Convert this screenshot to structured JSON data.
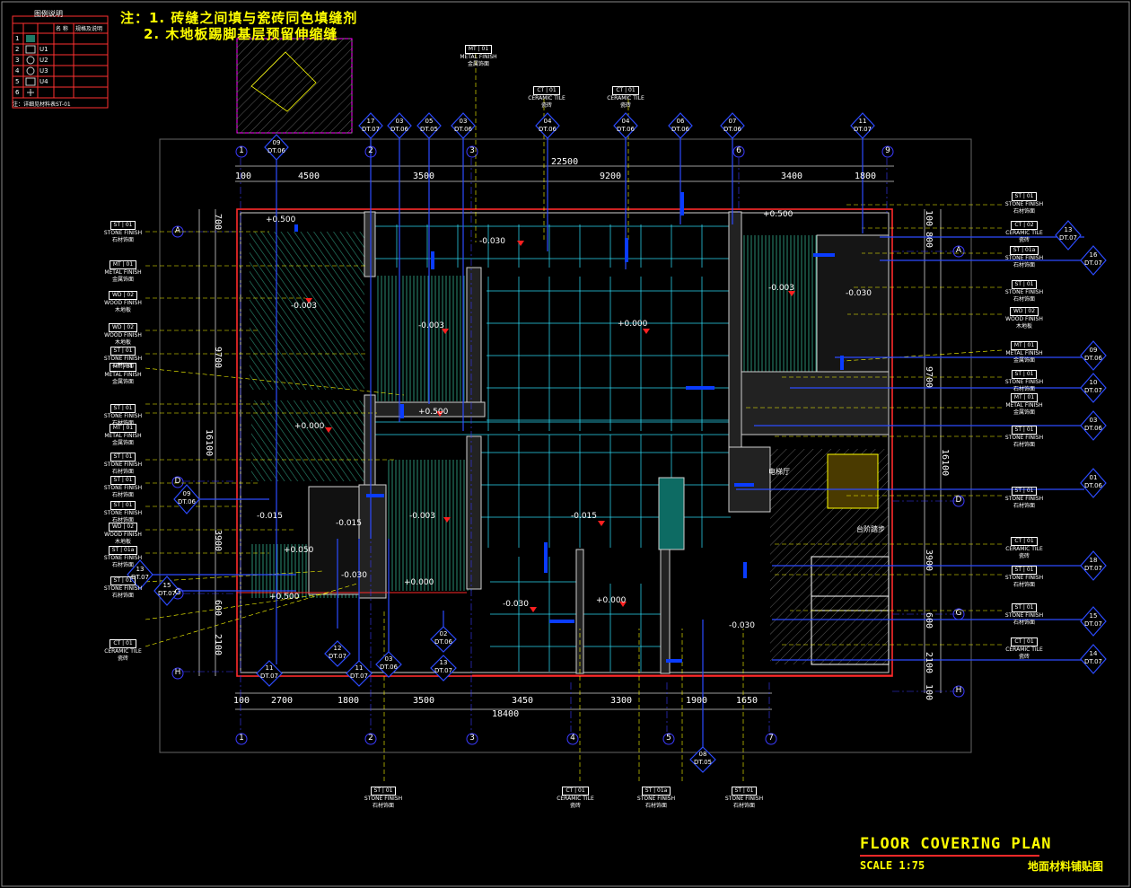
{
  "colors": {
    "background": "#000000",
    "wall": "#ff2a2a",
    "dimension": "#ffffff",
    "grid": "#00e5ff",
    "callout": "#2c4bff",
    "annotation": "#ffff00",
    "hatch": "#1f7a66",
    "axis": "#3a3aff",
    "level": "#ff2020"
  },
  "notes": {
    "line1": "注：1. 砖缝之间填与瓷砖同色填缝剂",
    "line2": "2. 木地板踢脚基层预留伸缩缝"
  },
  "legend": {
    "title": "图例说明",
    "headers": [
      "",
      "",
      "名 称",
      "规格及说明"
    ],
    "rows": [
      {
        "num": "1",
        "code": "",
        "name": "",
        "desc": ""
      },
      {
        "num": "2",
        "code": "U1",
        "name": "",
        "desc": ""
      },
      {
        "num": "3",
        "code": "U2",
        "name": "",
        "desc": ""
      },
      {
        "num": "4",
        "code": "U3",
        "name": "",
        "desc": ""
      },
      {
        "num": "5",
        "code": "U4",
        "name": "",
        "desc": ""
      },
      {
        "num": "6",
        "code": "",
        "name": "",
        "desc": ""
      }
    ],
    "footnote": "注：详细见材料表ST-01"
  },
  "title": {
    "main": "FLOOR COVERING PLAN",
    "scale": "SCALE 1:75",
    "cn": "地面材料铺贴图"
  },
  "top_dimensions": {
    "overall": "22500",
    "segments": [
      "100",
      "4500",
      "3500",
      "9200",
      "3400",
      "1800"
    ]
  },
  "bottom_dimensions": {
    "overall": "18400",
    "segments": [
      "100",
      "2700",
      "1800",
      "3500",
      "3450",
      "3300",
      "1900",
      "1650"
    ]
  },
  "left_dimensions": {
    "overall": "16100",
    "segments": [
      "700",
      "9700",
      "3900",
      "600",
      "2100"
    ]
  },
  "right_dimensions": {
    "overall": "16100",
    "segments": [
      "100",
      "800",
      "9700",
      "3900",
      "600",
      "2100",
      "100"
    ]
  },
  "grid_axes": {
    "top": [
      "1",
      "2",
      "3",
      "6",
      "9"
    ],
    "bottom": [
      "1",
      "2",
      "3",
      "4",
      "5",
      "7"
    ],
    "left": [
      "A",
      "D",
      "G",
      "H"
    ],
    "right": [
      "A",
      "D",
      "G",
      "H"
    ]
  },
  "levels": [
    "+0.500",
    "-0.003",
    "-0.030",
    "+0.000",
    "-0.003",
    "-0.003",
    "+0.000",
    "-0.003",
    "-0.015",
    "+0.500",
    "-0.015",
    "+0.000",
    "-0.030",
    "+0.500",
    "+0.500",
    "+0.050",
    "-0.030",
    "+0.000",
    "-0.030",
    "-0.015",
    "-0.030"
  ],
  "material_tags": [
    {
      "code": "ST",
      "num": "01",
      "en": "STONE FINISH",
      "cn": "石材饰面"
    },
    {
      "code": "MT",
      "num": "01",
      "en": "METAL FINISH",
      "cn": "金属饰面"
    },
    {
      "code": "WD",
      "num": "02",
      "en": "WOOD FINISH",
      "cn": "木地板"
    },
    {
      "code": "CT",
      "num": "01",
      "en": "CERAMIC TILE",
      "cn": "瓷砖"
    },
    {
      "code": "CT",
      "num": "02",
      "en": "CERAMIC TILE",
      "cn": "瓷砖"
    }
  ],
  "left_tags": [
    "ST 01",
    "MT 01",
    "WD 02",
    "WD 02",
    "ST 01",
    "MT 01",
    "ST 01",
    "MT 01",
    "ST 01",
    "ST 01",
    "ST 01",
    "WD 02",
    "ST 01a",
    "ST 01",
    "CT 01"
  ],
  "right_tags": [
    "ST 01",
    "CT 02",
    "ST 01a",
    "ST 01",
    "WD 02",
    "MT 01",
    "ST 01",
    "MT 01",
    "ST 01",
    "ST 01",
    "CT 01",
    "ST 01",
    "ST 01",
    "CT 01"
  ],
  "top_tags": [
    "MT 01",
    "CT 01",
    "CT 01"
  ],
  "bottom_tags": [
    "ST 01",
    "CT 01",
    "ST 01a",
    "ST 01"
  ],
  "detail_callouts_top": [
    {
      "num": "17",
      "ref": "DT.07"
    },
    {
      "num": "03",
      "ref": "DT.06"
    },
    {
      "num": "05",
      "ref": "DT.05"
    },
    {
      "num": "03",
      "ref": "DT.06"
    },
    {
      "num": "04",
      "ref": "DT.06"
    },
    {
      "num": "04",
      "ref": "DT.06"
    },
    {
      "num": "06",
      "ref": "DT.06"
    },
    {
      "num": "07",
      "ref": "DT.06"
    },
    {
      "num": "11",
      "ref": "DT.07"
    },
    {
      "num": "09",
      "ref": "DT.06"
    }
  ],
  "detail_callouts_right": [
    {
      "num": "13",
      "ref": "DT.07"
    },
    {
      "num": "16",
      "ref": "DT.07"
    },
    {
      "num": "09",
      "ref": "DT.06"
    },
    {
      "num": "10",
      "ref": "DT.07"
    },
    {
      "num": "03",
      "ref": "DT.06"
    },
    {
      "num": "01",
      "ref": "DT.06"
    },
    {
      "num": "18",
      "ref": "DT.07"
    },
    {
      "num": "15",
      "ref": "DT.07"
    },
    {
      "num": "14",
      "ref": "DT.07"
    }
  ],
  "detail_callouts_left": [
    {
      "num": "09",
      "ref": "DT.06"
    },
    {
      "num": "13",
      "ref": "DT.07"
    },
    {
      "num": "15",
      "ref": "DT.07"
    }
  ],
  "detail_callouts_bottom": [
    {
      "num": "11",
      "ref": "DT.07"
    },
    {
      "num": "12",
      "ref": "DT.07"
    },
    {
      "num": "11",
      "ref": "DT.07"
    },
    {
      "num": "03",
      "ref": "DT.06"
    },
    {
      "num": "02",
      "ref": "DT.06"
    },
    {
      "num": "13",
      "ref": "DT.07"
    },
    {
      "num": "08",
      "ref": "DT.05"
    }
  ],
  "room_labels": [
    "电梯厅",
    "台阶踏步"
  ]
}
